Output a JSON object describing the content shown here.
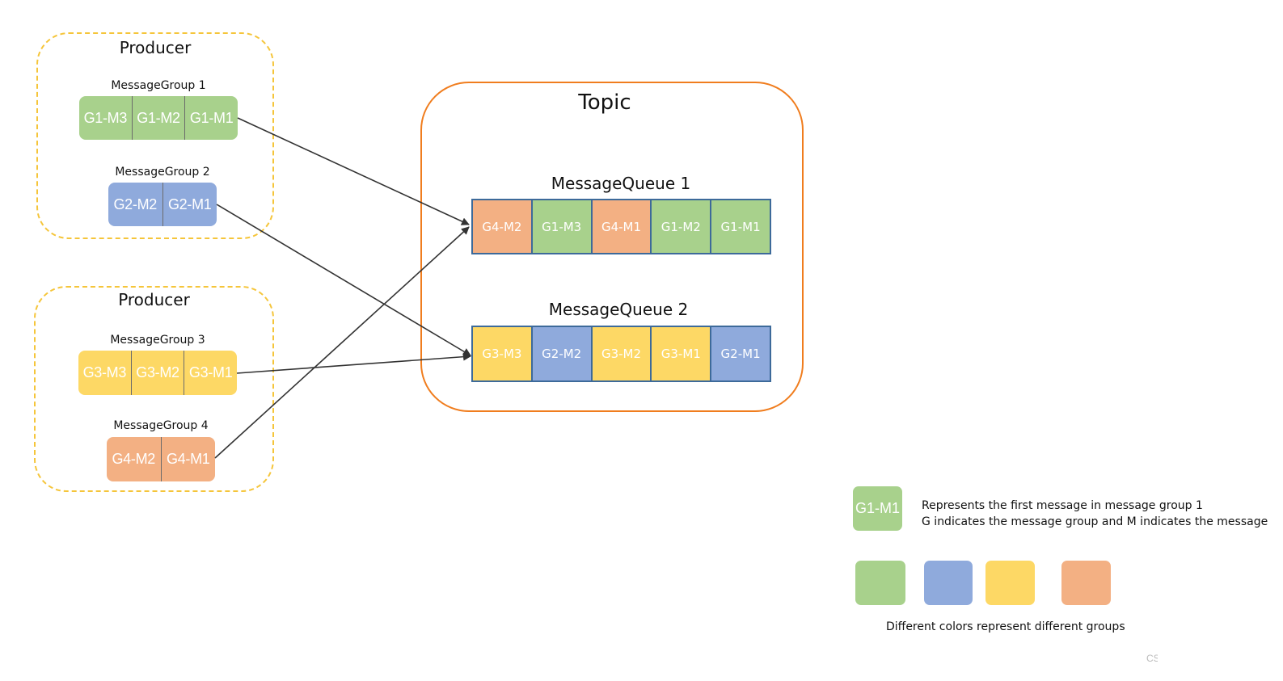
{
  "colors": {
    "group1": "#a8d18c",
    "group2": "#8faadc",
    "group3": "#fdd865",
    "group4": "#f3b083",
    "producer_border": "#f5c53a",
    "topic_border": "#f07d1e",
    "queue_border": "#3d6a9a",
    "arrow": "#333333"
  },
  "producers": [
    {
      "title": "Producer",
      "groups": [
        {
          "label": "MessageGroup 1",
          "color_key": "group1",
          "messages": [
            "G1-M3",
            "G1-M2",
            "G1-M1"
          ]
        },
        {
          "label": "MessageGroup 2",
          "color_key": "group2",
          "messages": [
            "G2-M2",
            "G2-M1"
          ]
        }
      ]
    },
    {
      "title": "Producer",
      "groups": [
        {
          "label": "MessageGroup 3",
          "color_key": "group3",
          "messages": [
            "G3-M3",
            "G3-M2",
            "G3-M1"
          ]
        },
        {
          "label": "MessageGroup 4",
          "color_key": "group4",
          "messages": [
            "G4-M2",
            "G4-M1"
          ]
        }
      ]
    }
  ],
  "topic": {
    "title": "Topic",
    "queues": [
      {
        "title": "MessageQueue 1",
        "cells": [
          {
            "text": "G4-M2",
            "color_key": "group4"
          },
          {
            "text": "G1-M3",
            "color_key": "group1"
          },
          {
            "text": "G4-M1",
            "color_key": "group4"
          },
          {
            "text": "G1-M2",
            "color_key": "group1"
          },
          {
            "text": "G1-M1",
            "color_key": "group1"
          }
        ]
      },
      {
        "title": "MessageQueue 2",
        "cells": [
          {
            "text": "G3-M3",
            "color_key": "group3"
          },
          {
            "text": "G2-M2",
            "color_key": "group2"
          },
          {
            "text": "G3-M2",
            "color_key": "group3"
          },
          {
            "text": "G3-M1",
            "color_key": "group3"
          },
          {
            "text": "G2-M1",
            "color_key": "group2"
          }
        ]
      }
    ]
  },
  "legend": {
    "example_chip": "G1-M1",
    "line1": "Represents the first message in message group 1",
    "line2": "G indicates the message group and M indicates the message",
    "swatches": [
      "group1",
      "group2",
      "group3",
      "group4"
    ],
    "colors_caption": "Different colors represent different groups"
  },
  "watermark": "CS"
}
